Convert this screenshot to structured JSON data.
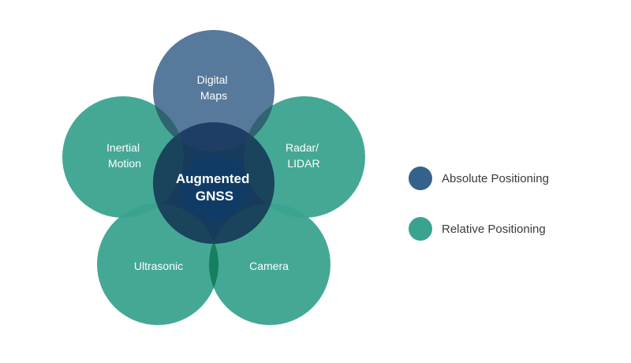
{
  "diagram": {
    "center": {
      "line1": "Augmented",
      "line2": "GNSS"
    },
    "petals": {
      "top": {
        "line1": "Digital",
        "line2": "Maps"
      },
      "upper_left": {
        "line1": "Inertial",
        "line2": "Motion"
      },
      "upper_right": {
        "line1": "Radar/",
        "line2": "LIDAR"
      },
      "lower_left": {
        "line1": "Ultrasonic"
      },
      "lower_right": {
        "line1": "Camera"
      }
    }
  },
  "legend": [
    {
      "label": "Absolute Positioning",
      "color": "#35628a"
    },
    {
      "label": "Relative Positioning",
      "color": "#3aa38f"
    }
  ],
  "colors": {
    "relative": "#3aa38f",
    "absolute": "#4e7297",
    "center": "#173b5c"
  }
}
